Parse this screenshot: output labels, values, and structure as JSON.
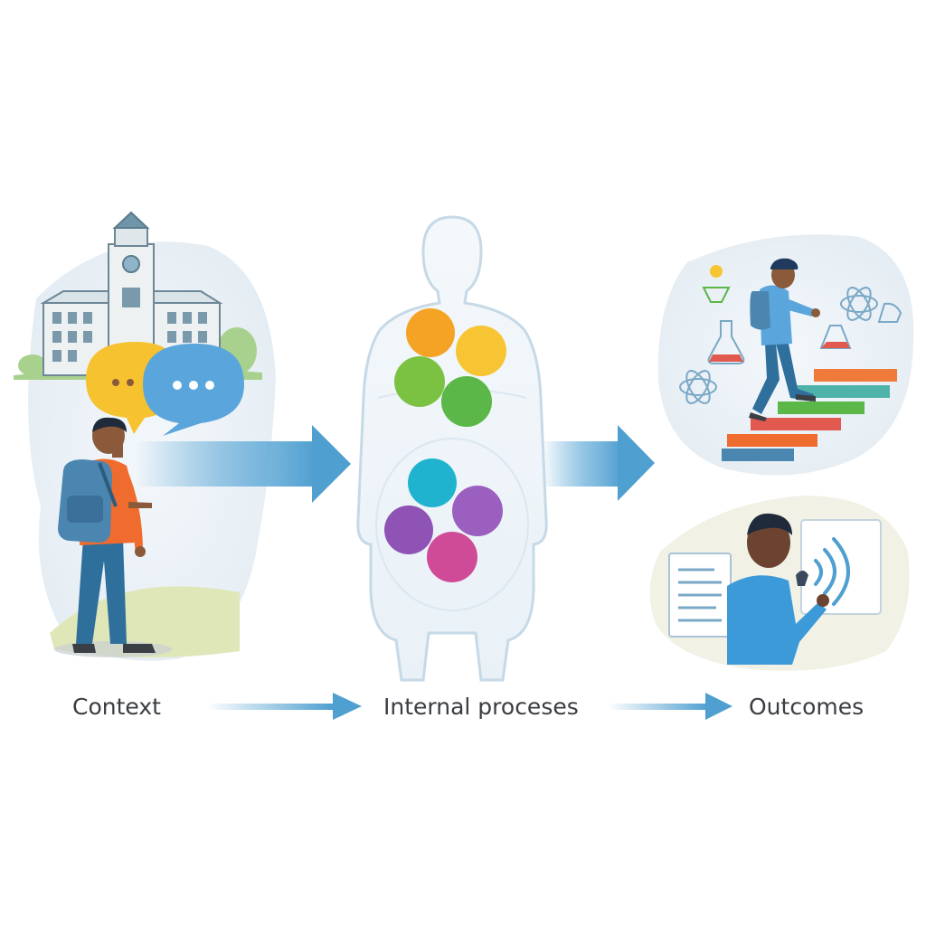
{
  "labels": {
    "context": "Context",
    "internal": "Internal proceses",
    "outcomes": "Outcomes"
  },
  "colors": {
    "arrow": "#4f9fd0",
    "circle_orange": "#f5a324",
    "circle_yellow": "#f7c533",
    "circle_green_light": "#7cc242",
    "circle_green": "#5bb748",
    "circle_teal": "#1fb3cf",
    "circle_purple": "#9b5fc0",
    "circle_violet": "#8e53b5",
    "circle_magenta": "#cf4a97",
    "shirt_orange": "#ef6b2e",
    "shirt_blue": "#3d9ad8",
    "bubble_yellow": "#f6c230",
    "bubble_blue": "#5aa6dc"
  },
  "icons": [
    "school-building-icon",
    "speech-bubble-icon",
    "chat-bubble-icon",
    "backpack-icon",
    "flask-icon",
    "atom-icon",
    "book-stack-icon",
    "document-icon",
    "wifi-signal-icon"
  ]
}
